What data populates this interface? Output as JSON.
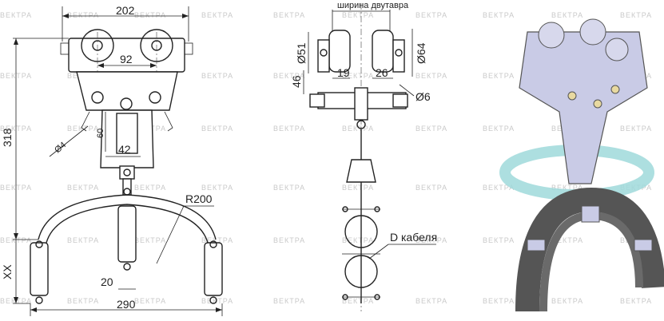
{
  "watermark": "ВЕКТРА",
  "front_view": {
    "dim_width": "202",
    "dim_wheel_base": "92",
    "dim_height": "318",
    "dim_slot_height": "60",
    "dim_hole": "Ø4",
    "dim_slot_width": "42",
    "dim_radius": "R200",
    "dim_clamp": "20",
    "dim_span": "290",
    "dim_xx": "XX"
  },
  "side_view": {
    "label_beam_width": "ширина двутавра",
    "dim_wheel_small": "Ø51",
    "dim_wheel_large": "Ø64",
    "dim_46": "46",
    "dim_19": "19",
    "dim_26": "26",
    "dim_axle": "Ø6",
    "label_cable": "D кабеля"
  },
  "render": {
    "accent": "#9fd9da",
    "body": "#c9cbe6",
    "cable": "#555555"
  }
}
